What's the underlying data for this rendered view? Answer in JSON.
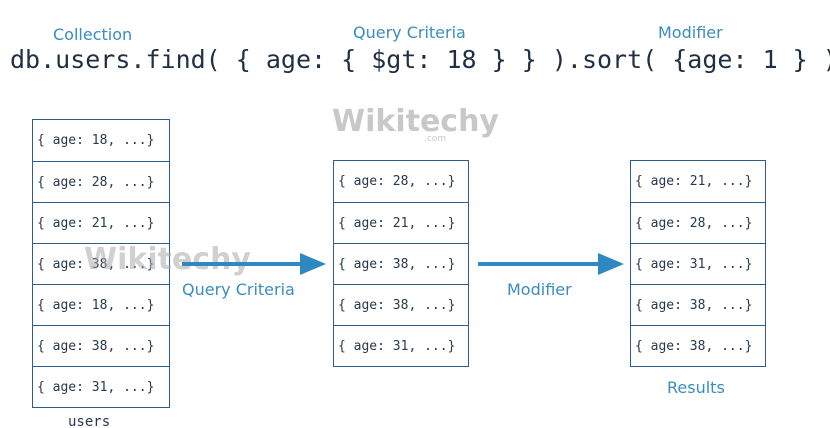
{
  "header": {
    "collection_label": "Collection",
    "query_criteria_label": "Query Criteria",
    "modifier_label": "Modifier",
    "code": "db.users.find( { age: { $gt: 18 } } ).sort( {age: 1 } )"
  },
  "watermark": {
    "brand": "Wikitechy",
    "domain": ".com"
  },
  "stacks": {
    "users": {
      "caption": "users",
      "docs": [
        "{ age: 18, ...}",
        "{ age: 28, ...}",
        "{ age: 21, ...}",
        "{ age: 38, ...}",
        "{ age: 18, ...}",
        "{ age: 38, ...}",
        "{ age: 31, ...}"
      ]
    },
    "filtered": {
      "docs": [
        "{ age: 28, ...}",
        "{ age: 21, ...}",
        "{ age: 38, ...}",
        "{ age: 38, ...}",
        "{ age: 31, ...}"
      ]
    },
    "results": {
      "caption": "Results",
      "docs": [
        "{ age: 21, ...}",
        "{ age: 28, ...}",
        "{ age: 31, ...}",
        "{ age: 38, ...}",
        "{ age: 38, ...}"
      ]
    }
  },
  "arrows": {
    "first_label": "Query Criteria",
    "second_label": "Modifier"
  },
  "colors": {
    "accent": "#3a8dbf",
    "arrow": "#2f88c2",
    "border": "#2c5d8c",
    "text": "#26394d"
  }
}
